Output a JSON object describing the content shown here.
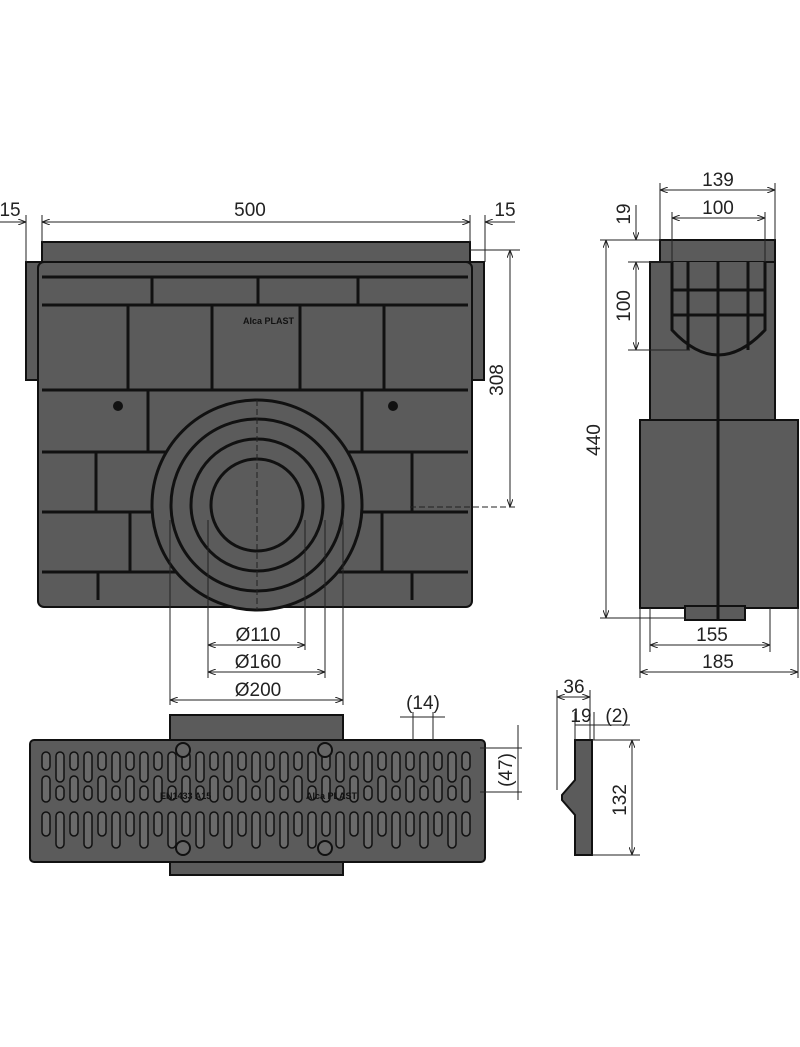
{
  "colors": {
    "body": "#5b5b5b",
    "outline": "#111111",
    "dimension": "#222222"
  },
  "front_view": {
    "dims": {
      "left_margin": "15",
      "width": "500",
      "right_margin": "15",
      "outlet_height": "308",
      "d110": "Ø110",
      "d160": "Ø160",
      "d200": "Ø200"
    },
    "logo": "Alca PLAST"
  },
  "side_view": {
    "dims": {
      "top_width": "139",
      "inner_width": "100",
      "rim": "19",
      "inner_depth": "100",
      "height": "440",
      "bottom_inner": "155",
      "bottom_outer": "185"
    }
  },
  "grate": {
    "dims": {
      "slot_pitch": "(14)",
      "slot_length": "(47)"
    },
    "marking": "EN1433  A15",
    "logo": "Alca PLAST"
  },
  "profile": {
    "dims": {
      "width": "36",
      "inner": "19",
      "gap": "(2)",
      "height": "132"
    }
  }
}
